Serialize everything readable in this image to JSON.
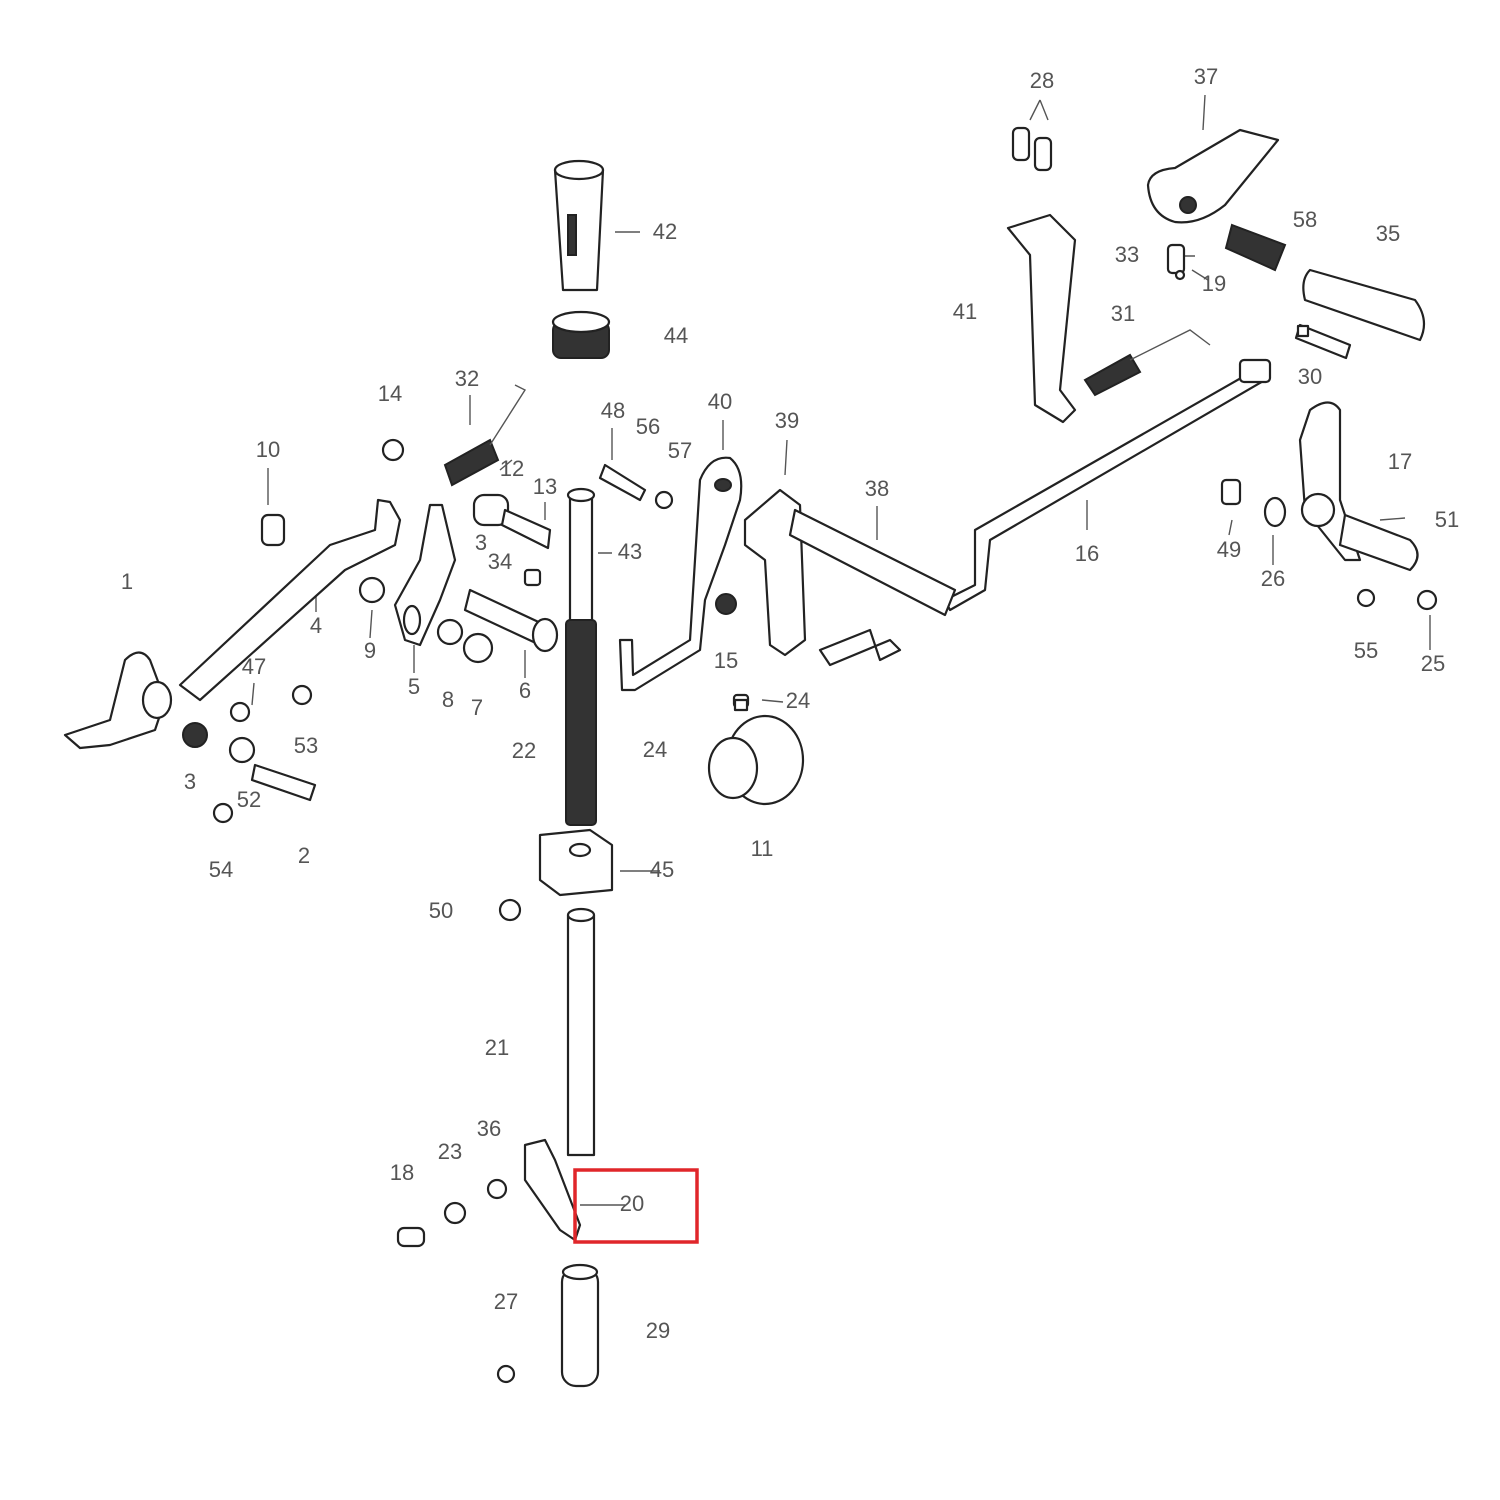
{
  "diagram": {
    "type": "exploded parts diagram",
    "highlight_color": "#e0262a",
    "highlighted_part": "20",
    "labels": [
      "28",
      "37",
      "42",
      "58",
      "35",
      "33",
      "19",
      "41",
      "31",
      "44",
      "30",
      "14",
      "32",
      "48",
      "56",
      "40",
      "39",
      "57",
      "10",
      "12",
      "13",
      "38",
      "17",
      "51",
      "16",
      "49",
      "26",
      "1",
      "4",
      "9",
      "3",
      "34",
      "43",
      "5",
      "8",
      "7",
      "6",
      "15",
      "55",
      "25",
      "47",
      "24",
      "53",
      "22",
      "24",
      "3",
      "52",
      "11",
      "54",
      "2",
      "45",
      "50",
      "21",
      "36",
      "23",
      "18",
      "20",
      "27",
      "29"
    ]
  }
}
